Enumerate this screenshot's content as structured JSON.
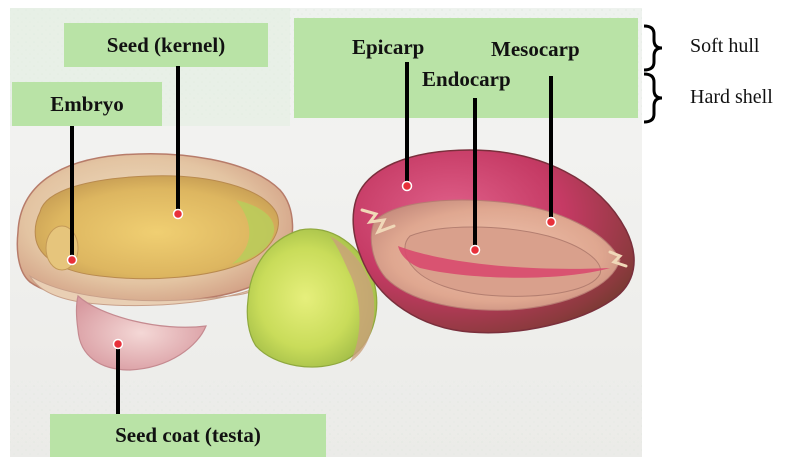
{
  "labels": {
    "seed_kernel": "Seed (kernel)",
    "embryo": "Embryo",
    "epicarp": "Epicarp",
    "mesocarp": "Mesocarp",
    "endocarp": "Endocarp",
    "seed_coat": "Seed coat (testa)"
  },
  "groups": {
    "soft_hull": "Soft hull",
    "hard_shell": "Hard shell"
  },
  "colors": {
    "label_box": "#b9e3a6",
    "pointer_line": "#000000",
    "pointer_dot": "#e8303a",
    "hull_red": "#c8345a",
    "kernel_yellow": "#e6c860",
    "kernel_green": "#c6dc6a"
  }
}
